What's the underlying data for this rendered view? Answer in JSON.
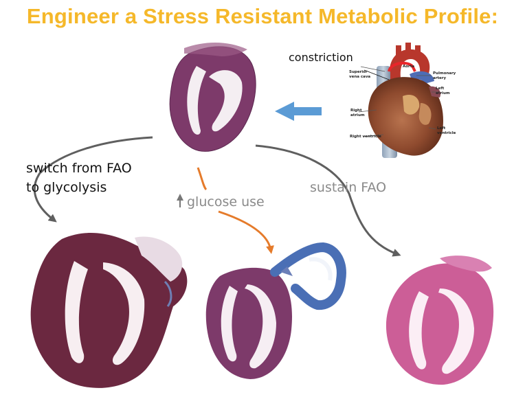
{
  "title": "Engineer a Stress Resistant Metabolic Profile:",
  "labels": {
    "constriction": "constriction",
    "switch_line1": "switch from FAO",
    "switch_line2": "to glycolysis",
    "glucose": "glucose use",
    "sustain": "sustain FAO"
  },
  "anatomy_labels": {
    "aorta": "Aorta",
    "superior_vena_cava_1": "Superior",
    "superior_vena_cava_2": "vena cava",
    "pulmonary_artery_1": "Pulmonary",
    "pulmonary_artery_2": "artery",
    "left_atrium_1": "Left",
    "left_atrium_2": "atrium",
    "right_atrium_1": "Right",
    "right_atrium_2": "atrium",
    "left_ventricle_1": "Left",
    "left_ventricle_2": "ventricle",
    "right_ventricle": "Right ventricle"
  },
  "colors": {
    "title": "#f5b82a",
    "arrow_gray": "#5f5f5f",
    "arrow_orange": "#e57b2b",
    "arrow_blue": "#5b9bd5",
    "constriction_band": "#e8262a",
    "trichrome_tissue": "#7d3a6a",
    "dark_tissue": "#6b2840",
    "fibrosis_blue": "#4a6fb5",
    "he_tissue": "#c8508e"
  }
}
